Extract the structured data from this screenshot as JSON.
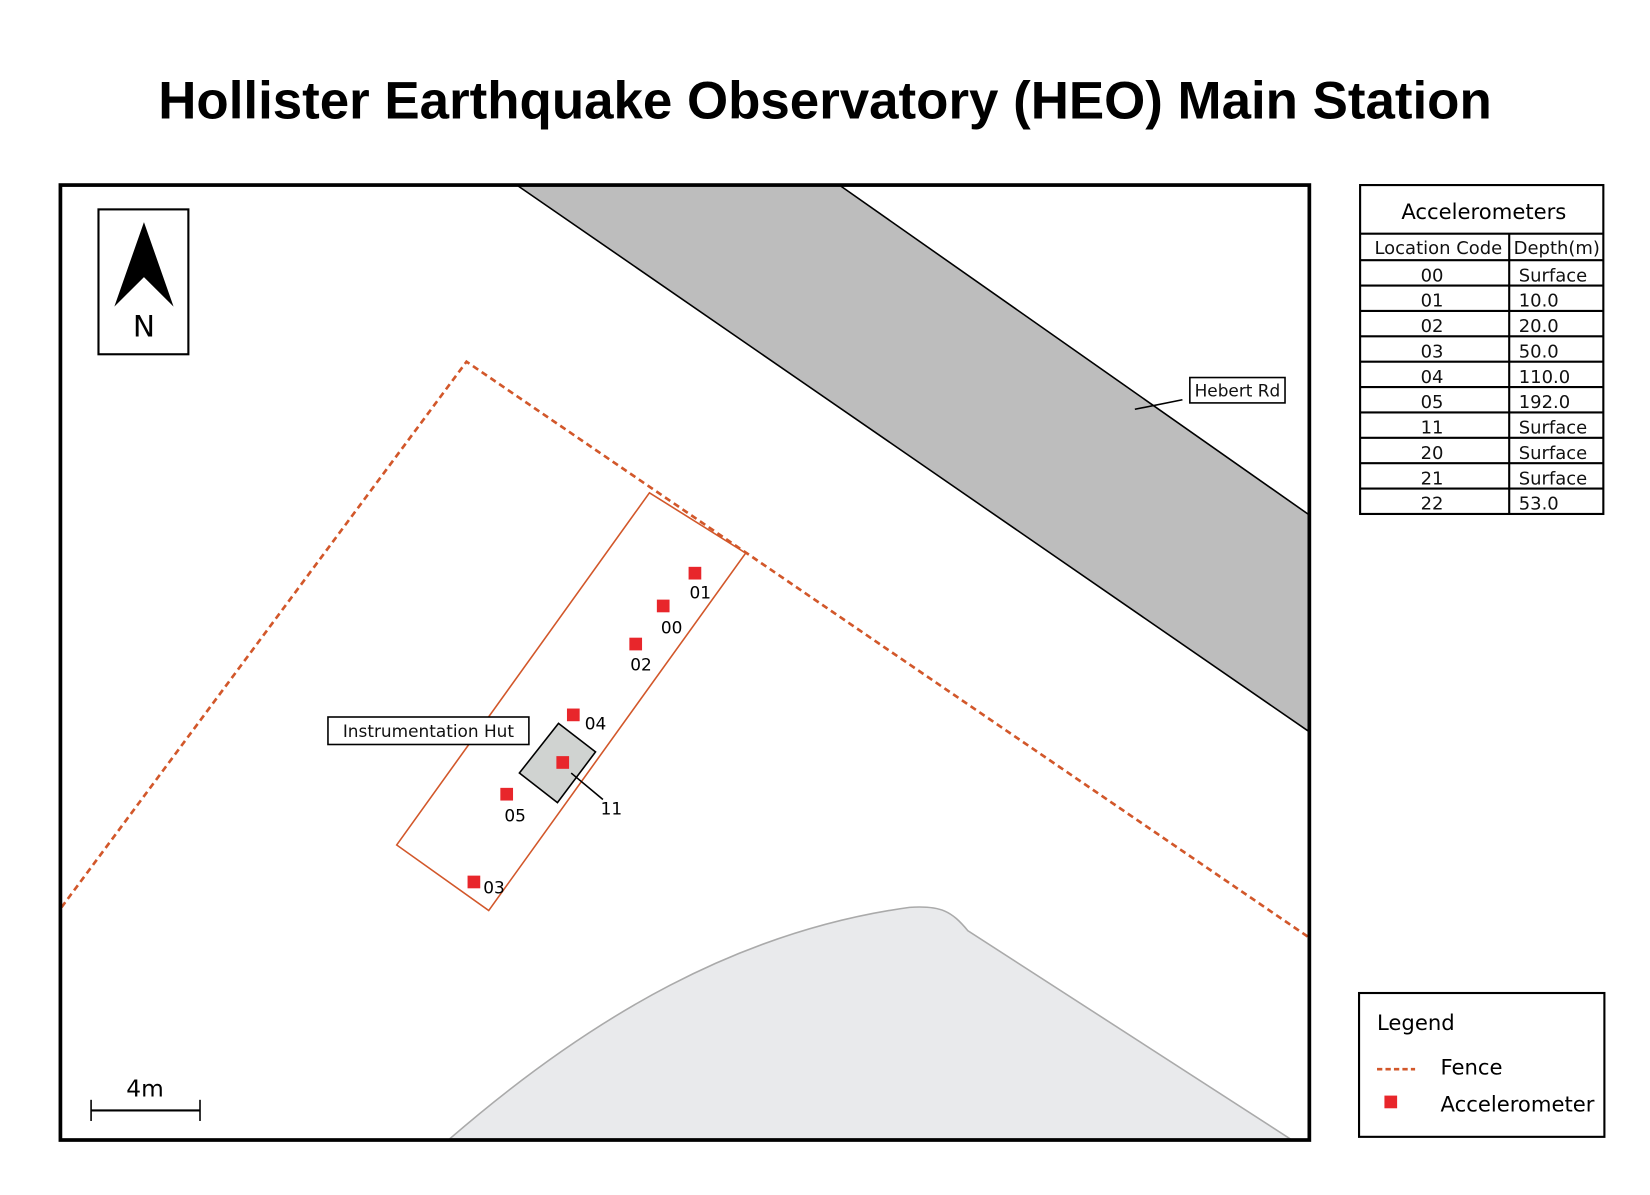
{
  "title": "Hollister Earthquake Observatory (HEO) Main Station",
  "north_label": "N",
  "scale_label": "4m",
  "road_label": "Hebert Rd",
  "hut_label": "Instrumentation Hut",
  "colors": {
    "fence": "#d2572a",
    "accelerometer": "#e8262b",
    "road": "#bdbdbd",
    "hut": "#d0d3d1",
    "hill": "#e9eaec"
  },
  "sensors": [
    {
      "code": "01"
    },
    {
      "code": "00"
    },
    {
      "code": "02"
    },
    {
      "code": "04"
    },
    {
      "code": "11"
    },
    {
      "code": "05"
    },
    {
      "code": "03"
    }
  ],
  "table": {
    "title": "Accelerometers",
    "headers": [
      "Location Code",
      "Depth(m)"
    ],
    "rows": [
      [
        "00",
        "Surface"
      ],
      [
        "01",
        "10.0"
      ],
      [
        "02",
        "20.0"
      ],
      [
        "03",
        "50.0"
      ],
      [
        "04",
        "110.0"
      ],
      [
        "05",
        "192.0"
      ],
      [
        "11",
        "Surface"
      ],
      [
        "20",
        "Surface"
      ],
      [
        "21",
        "Surface"
      ],
      [
        "22",
        "53.0"
      ]
    ]
  },
  "legend": {
    "title": "Legend",
    "items": [
      {
        "label": "Fence",
        "icon": "dashed-line"
      },
      {
        "label": "Accelerometer",
        "icon": "red-square"
      }
    ]
  }
}
